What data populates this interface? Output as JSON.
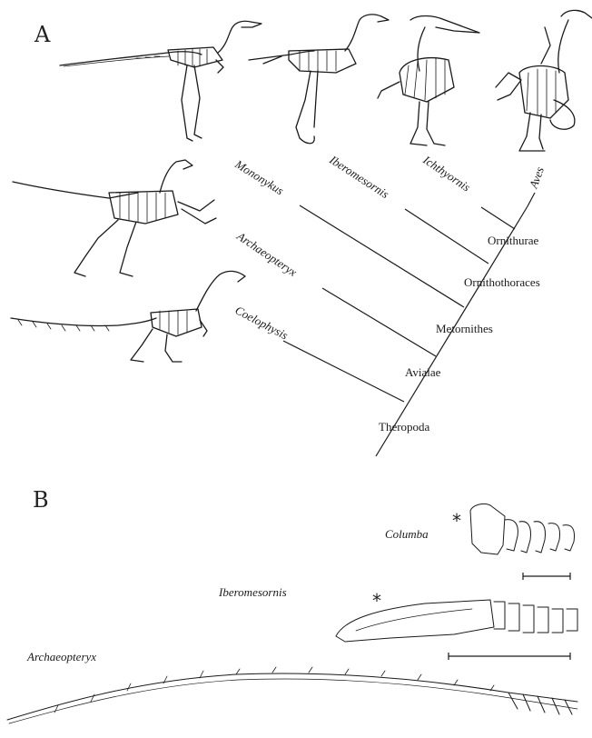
{
  "panels": {
    "a": "A",
    "b": "B"
  },
  "cladogram": {
    "taxa": [
      "Coelophysis",
      "Archaeopteryx",
      "Mononykus",
      "Iberomesornis",
      "Ichthyornis",
      "Aves"
    ],
    "nodes": [
      "Theropoda",
      "Avialae",
      "Metornithes",
      "Ornithothoraces",
      "Ornithurae"
    ]
  },
  "tails": {
    "columba": "Columba",
    "iberomesornis": "Iberomesornis",
    "archaeopteryx": "Archaeopteryx",
    "marker": "*"
  }
}
